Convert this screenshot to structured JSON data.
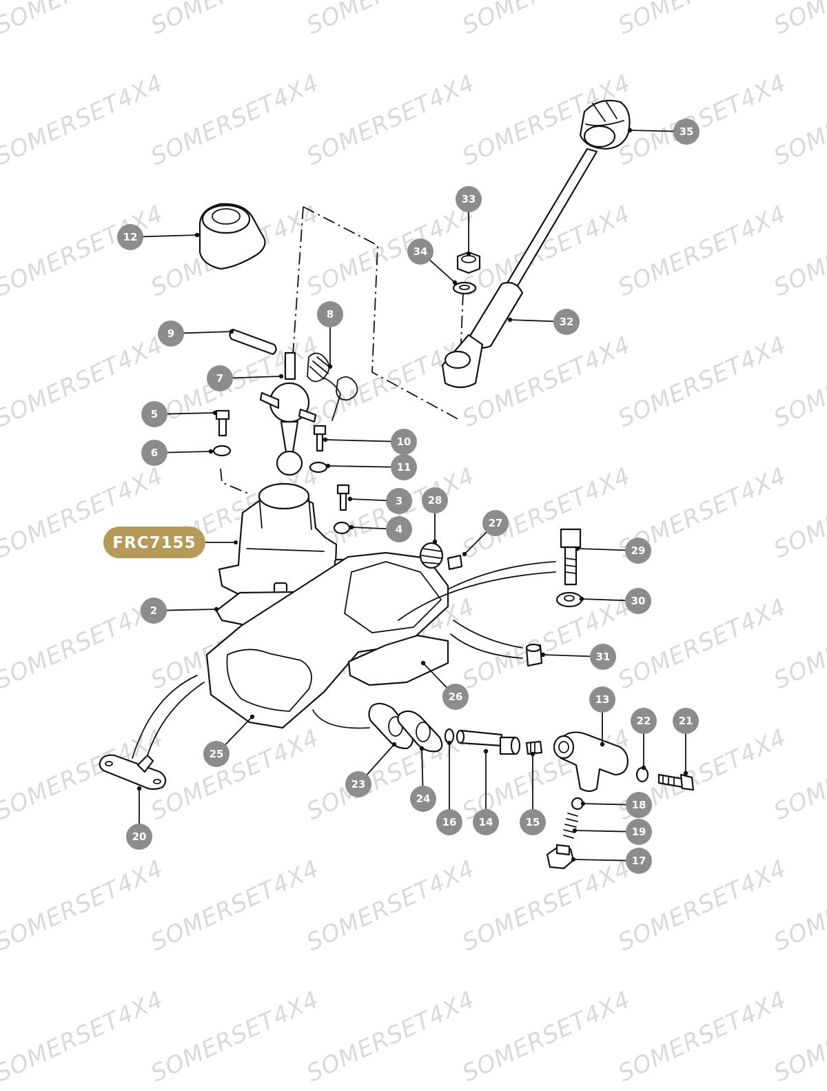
{
  "watermark": "SOMERSET4X4",
  "highlight": {
    "label": "FRC7155",
    "color": "#b59a5a"
  },
  "callouts": [
    {
      "id": "12",
      "label": "12"
    },
    {
      "id": "9",
      "label": "9"
    },
    {
      "id": "8",
      "label": "8"
    },
    {
      "id": "7",
      "label": "7"
    },
    {
      "id": "5",
      "label": "5"
    },
    {
      "id": "6",
      "label": "6"
    },
    {
      "id": "10",
      "label": "10"
    },
    {
      "id": "11",
      "label": "11"
    },
    {
      "id": "3",
      "label": "3"
    },
    {
      "id": "4",
      "label": "4"
    },
    {
      "id": "28",
      "label": "28"
    },
    {
      "id": "27",
      "label": "27"
    },
    {
      "id": "29",
      "label": "29"
    },
    {
      "id": "30",
      "label": "30"
    },
    {
      "id": "31",
      "label": "31"
    },
    {
      "id": "2",
      "label": "2"
    },
    {
      "id": "26",
      "label": "26"
    },
    {
      "id": "25",
      "label": "25"
    },
    {
      "id": "20",
      "label": "20"
    },
    {
      "id": "23",
      "label": "23"
    },
    {
      "id": "24",
      "label": "24"
    },
    {
      "id": "16",
      "label": "16"
    },
    {
      "id": "14",
      "label": "14"
    },
    {
      "id": "15",
      "label": "15"
    },
    {
      "id": "13",
      "label": "13"
    },
    {
      "id": "22",
      "label": "22"
    },
    {
      "id": "21",
      "label": "21"
    },
    {
      "id": "18",
      "label": "18"
    },
    {
      "id": "19",
      "label": "19"
    },
    {
      "id": "17",
      "label": "17"
    },
    {
      "id": "33",
      "label": "33"
    },
    {
      "id": "34",
      "label": "34"
    },
    {
      "id": "32",
      "label": "32"
    },
    {
      "id": "35",
      "label": "35"
    }
  ],
  "colors": {
    "callout": "#8c8c8c",
    "line": "#111111",
    "watermark": "#d9d9d9"
  }
}
